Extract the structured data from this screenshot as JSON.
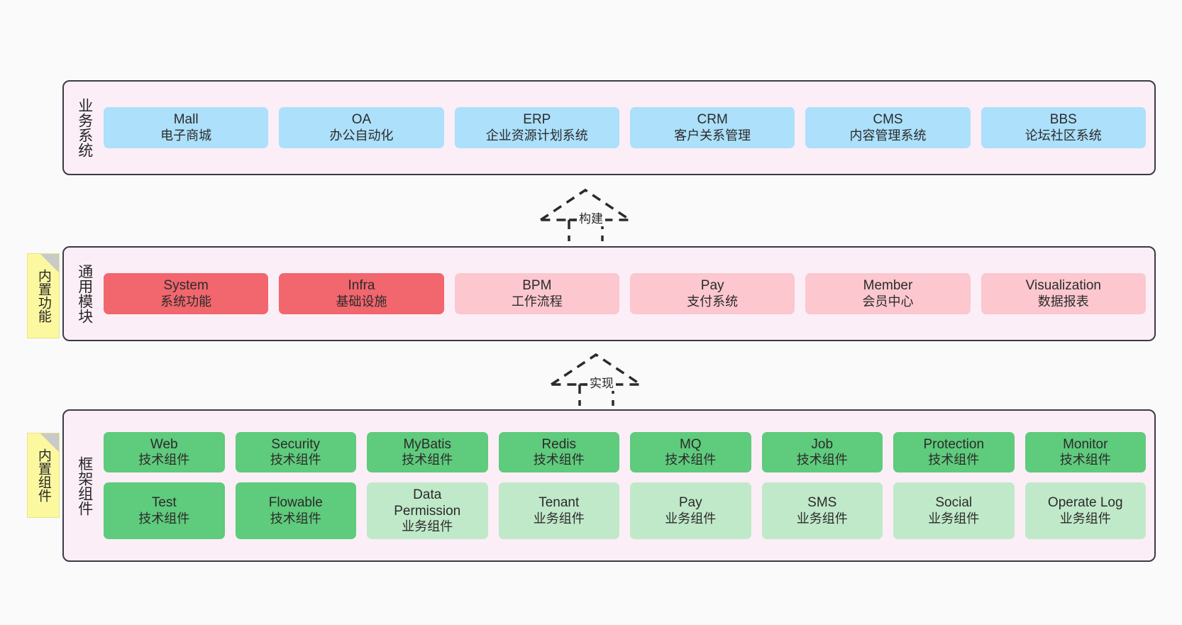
{
  "layers": [
    {
      "id": "business-systems",
      "title": "业务系统",
      "rows": [
        {
          "cells": [
            {
              "t1": "Mall",
              "t2": "电子商城",
              "color": "c-blue"
            },
            {
              "t1": "OA",
              "t2": "办公自动化",
              "color": "c-blue"
            },
            {
              "t1": "ERP",
              "t2": "企业资源计划系统",
              "color": "c-blue"
            },
            {
              "t1": "CRM",
              "t2": "客户关系管理",
              "color": "c-blue"
            },
            {
              "t1": "CMS",
              "t2": "内容管理系统",
              "color": "c-blue"
            },
            {
              "t1": "BBS",
              "t2": "论坛社区系统",
              "color": "c-blue"
            }
          ]
        }
      ]
    },
    {
      "id": "common-modules",
      "title": "通用模块",
      "note": "内置功能",
      "rows": [
        {
          "cells": [
            {
              "t1": "System",
              "t2": "系统功能",
              "color": "c-red-strong"
            },
            {
              "t1": "Infra",
              "t2": "基础设施",
              "color": "c-red-strong"
            },
            {
              "t1": "BPM",
              "t2": "工作流程",
              "color": "c-red-light"
            },
            {
              "t1": "Pay",
              "t2": "支付系统",
              "color": "c-red-light"
            },
            {
              "t1": "Member",
              "t2": "会员中心",
              "color": "c-red-light"
            },
            {
              "t1": "Visualization",
              "t2": "数据报表",
              "color": "c-red-light"
            }
          ]
        }
      ]
    },
    {
      "id": "framework-components",
      "title": "框架组件",
      "note": "内置组件",
      "rows": [
        {
          "cells": [
            {
              "t1": "Web",
              "t2": "技术组件",
              "color": "c-green-strong"
            },
            {
              "t1": "Security",
              "t2": "技术组件",
              "color": "c-green-strong"
            },
            {
              "t1": "MyBatis",
              "t2": "技术组件",
              "color": "c-green-strong"
            },
            {
              "t1": "Redis",
              "t2": "技术组件",
              "color": "c-green-strong"
            },
            {
              "t1": "MQ",
              "t2": "技术组件",
              "color": "c-green-strong"
            },
            {
              "t1": "Job",
              "t2": "技术组件",
              "color": "c-green-strong"
            },
            {
              "t1": "Protection",
              "t2": "技术组件",
              "color": "c-green-strong"
            },
            {
              "t1": "Monitor",
              "t2": "技术组件",
              "color": "c-green-strong"
            }
          ]
        },
        {
          "cells": [
            {
              "t1": "Test",
              "t2": "技术组件",
              "color": "c-green-strong"
            },
            {
              "t1": "Flowable",
              "t2": "技术组件",
              "color": "c-green-strong"
            },
            {
              "t1": "Data Permission",
              "t2": "业务组件",
              "color": "c-green-light"
            },
            {
              "t1": "Tenant",
              "t2": "业务组件",
              "color": "c-green-light"
            },
            {
              "t1": "Pay",
              "t2": "业务组件",
              "color": "c-green-light"
            },
            {
              "t1": "SMS",
              "t2": "业务组件",
              "color": "c-green-light"
            },
            {
              "t1": "Social",
              "t2": "业务组件",
              "color": "c-green-light"
            },
            {
              "t1": "Operate Log",
              "t2": "业务组件",
              "color": "c-green-light"
            }
          ]
        }
      ]
    }
  ],
  "connectors": [
    {
      "id": "build",
      "label": "构建"
    },
    {
      "id": "implement",
      "label": "实现"
    }
  ],
  "colors": {
    "canvas": "#fafafa",
    "layer_fill": "#fbeef7",
    "layer_border": "#3b3b46",
    "note_fill": "#fbf8a0",
    "blue": "#ace0fb",
    "red_strong": "#f2666d",
    "red_light": "#fcc7cf",
    "green_strong": "#5fcb7c",
    "green_light": "#c0e9c9"
  }
}
